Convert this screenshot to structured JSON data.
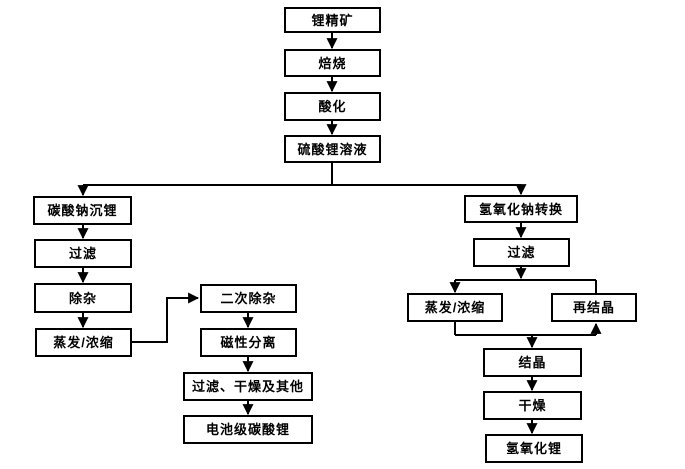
{
  "diagram": {
    "type": "flowchart",
    "language": "zh-CN",
    "colors": {
      "background": "#ffffff",
      "box_fill": "#ffffff",
      "box_border": "#000000",
      "line": "#000000",
      "text": "#000000"
    },
    "nodes": [
      {
        "id": "lithium-concentrate",
        "label": "锂精矿"
      },
      {
        "id": "roasting",
        "label": "焙烧"
      },
      {
        "id": "acidification",
        "label": "酸化"
      },
      {
        "id": "lithium-sulfate-solution",
        "label": "硫酸锂溶液"
      },
      {
        "id": "sodium-carbonate-precipitation",
        "label": "碳酸钠沉锂"
      },
      {
        "id": "filtration-left",
        "label": "过滤"
      },
      {
        "id": "impurity-removal",
        "label": "除杂"
      },
      {
        "id": "evaporation-concentration-left",
        "label": "蒸发/浓缩"
      },
      {
        "id": "secondary-impurity-removal",
        "label": "二次除杂"
      },
      {
        "id": "magnetic-separation",
        "label": "磁性分离"
      },
      {
        "id": "filtration-drying-others",
        "label": "过滤、干燥及其他"
      },
      {
        "id": "battery-grade-lithium-carbonate",
        "label": "电池级碳酸锂"
      },
      {
        "id": "sodium-hydroxide-conversion",
        "label": "氢氧化钠转换"
      },
      {
        "id": "filtration-right",
        "label": "过滤"
      },
      {
        "id": "evaporation-concentration-right",
        "label": "蒸发/浓缩"
      },
      {
        "id": "recrystallization",
        "label": "再结晶"
      },
      {
        "id": "crystallization",
        "label": "结晶"
      },
      {
        "id": "drying",
        "label": "干燥"
      },
      {
        "id": "lithium-hydroxide",
        "label": "氢氧化锂"
      }
    ],
    "edges": [
      {
        "from": "lithium-concentrate",
        "to": "roasting"
      },
      {
        "from": "roasting",
        "to": "acidification"
      },
      {
        "from": "acidification",
        "to": "lithium-sulfate-solution"
      },
      {
        "from": "lithium-sulfate-solution",
        "to": "sodium-carbonate-precipitation"
      },
      {
        "from": "lithium-sulfate-solution",
        "to": "sodium-hydroxide-conversion"
      },
      {
        "from": "sodium-carbonate-precipitation",
        "to": "filtration-left"
      },
      {
        "from": "filtration-left",
        "to": "impurity-removal"
      },
      {
        "from": "impurity-removal",
        "to": "evaporation-concentration-left"
      },
      {
        "from": "evaporation-concentration-left",
        "to": "secondary-impurity-removal"
      },
      {
        "from": "secondary-impurity-removal",
        "to": "magnetic-separation"
      },
      {
        "from": "magnetic-separation",
        "to": "filtration-drying-others"
      },
      {
        "from": "filtration-drying-others",
        "to": "battery-grade-lithium-carbonate"
      },
      {
        "from": "sodium-hydroxide-conversion",
        "to": "filtration-right"
      },
      {
        "from": "filtration-right",
        "to": "evaporation-concentration-right"
      },
      {
        "from": "recrystallization",
        "to": "evaporation-concentration-right"
      },
      {
        "from": "evaporation-concentration-right",
        "to": "crystallization"
      },
      {
        "from": "evaporation-concentration-right",
        "to": "recrystallization"
      },
      {
        "from": "crystallization",
        "to": "drying"
      },
      {
        "from": "drying",
        "to": "lithium-hydroxide"
      }
    ]
  }
}
